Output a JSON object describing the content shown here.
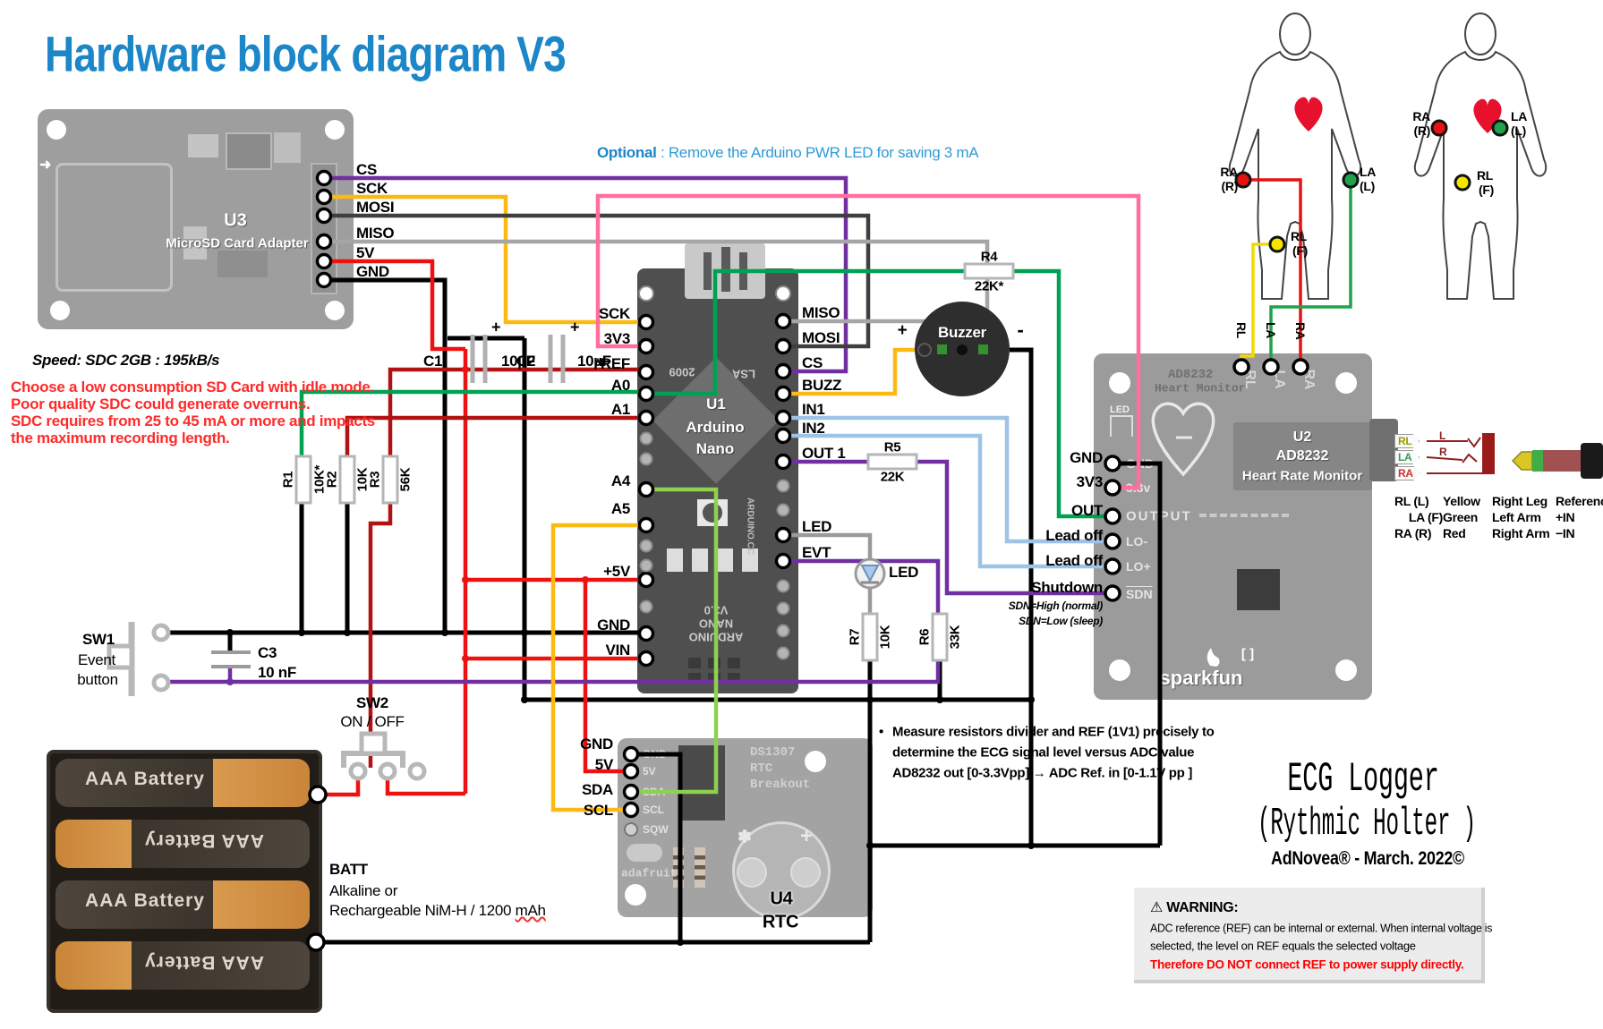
{
  "colors": {
    "title_blue": "#1b86c8",
    "red_note": "#ff2b2b",
    "wire_purple": "#7030a0",
    "wire_yellow": "#fdb913",
    "wire_darkgray": "#3f3f3f",
    "wire_gray": "#a6a6a6",
    "wire_red": "#ee1111",
    "wire_darkred": "#b01313",
    "wire_black": "#000000",
    "wire_pink": "#ff6e9e",
    "wire_green": "#00a152",
    "wire_lime": "#8fd14f",
    "wire_lightblue": "#9dc3e6",
    "board_gray": "#9e9e9e",
    "arduino_dark": "#4f4f4f",
    "warn_red": "#ff0000"
  },
  "title": "Hardware block diagram V3",
  "optional": {
    "bold": "Optional",
    "rest": " : Remove the  Arduino PWR LED for saving 3 mA"
  },
  "sd": {
    "ref": "U3",
    "name": "MicroSD Card Adapter",
    "pins": [
      "CS",
      "SCK",
      "MOSI",
      "MISO",
      "5V",
      "GND"
    ],
    "speed": "Speed:  SDC   2GB : 195kB/s",
    "warn": [
      "Choose a low consumption SD Card with idle mode.",
      "Poor quality SDC could generate overruns.",
      "SDC requires from 25 to 45 mA or more and impacts",
      "the maximum recording length."
    ]
  },
  "caps": {
    "c1": "C1",
    "c1v": "10µF",
    "c2": "C2",
    "c2v": "10µF",
    "plus": "+",
    "c3": "C3",
    "c3v": "10 nF"
  },
  "res": {
    "r1": "R1",
    "r1v": "10K*",
    "r2": "R2",
    "r2v": "10K",
    "r3": "R3",
    "r3v": "56K",
    "r4": "R4",
    "r4v": "22K*",
    "r5": "R5",
    "r5v": "22K",
    "r6": "R6",
    "r6v": "33K",
    "r7": "R7",
    "r7v": "10K"
  },
  "arduino": {
    "ref": "U1",
    "l1": "Arduino",
    "l2": "Nano",
    "left": [
      "SCK",
      "3V3",
      "*REF",
      "A0",
      "A1",
      "A4",
      "A5",
      "+5V",
      "GND",
      "VIN"
    ],
    "right": [
      "MISO",
      "MOSI",
      "CS",
      "BUZZ",
      "IN1",
      "IN2",
      "OUT 1",
      "LED",
      "EVT"
    ],
    "silk2009": "2009",
    "silkLSA": "LSA",
    "silkCC": "ARDUINO.CC",
    "silkB1": "ARDUINO",
    "silkB2": "NANO",
    "silkB3": "V3.0"
  },
  "buzzer": {
    "name": "Buzzer",
    "plus": "+",
    "minus": "-"
  },
  "led": "LED",
  "u2": {
    "ref": "U2",
    "chip": "AD8232",
    "name": "Heart Rate Monitor",
    "hdr1": "AD8232",
    "hdr2": "Heart Monitor",
    "led": "LED",
    "ext": [
      "GND",
      "3V3",
      "OUT",
      "Lead off",
      "Lead off",
      "Shutdown"
    ],
    "silk": [
      "GND",
      "3.3v",
      "OUTPUT",
      "LO-",
      "LO+",
      "SDN"
    ],
    "top": [
      "RL",
      "LA",
      "RA"
    ],
    "note1": "SDN=High (normal)",
    "note2": "SDN=Low (sleep)",
    "brand": "sparkfun",
    "brackets": "[      ]"
  },
  "jack": {
    "t1": "RL",
    "t2": "LA",
    "t3": "RA",
    "l": "L",
    "r": "R"
  },
  "legend": [
    [
      "RL (L)",
      "Yellow",
      "Right Leg",
      "Reference"
    ],
    [
      "LA (F)",
      "Green",
      "Left Arm",
      "+IN"
    ],
    [
      "RA (R)",
      "Red",
      "Right Arm",
      "−IN"
    ]
  ],
  "body": {
    "ra1": "RA",
    "ra2": "(R)",
    "la1": "LA",
    "la2": "(L)",
    "rl1": "RL",
    "rl2": "(F)"
  },
  "sw1": {
    "name": "SW1",
    "d1": "Event",
    "d2": "button"
  },
  "sw2": {
    "name": "SW2",
    "d1": "ON / OFF"
  },
  "batt": {
    "cell": "AAA Battery",
    "name": "BATT",
    "d1": "Alkaline or",
    "d2": "Rechargeable NiM-H / 1200 ",
    "d2u": "mAh"
  },
  "rtc": {
    "b1": "DS1307",
    "b2": "RTC",
    "b3": "Breakout",
    "brand": "adafruit!",
    "silk": [
      "GND",
      "5V",
      "SDA",
      "SCL",
      "SQW"
    ],
    "ext": [
      "GND",
      "5V",
      "SDA",
      "SCL"
    ],
    "ref": "U4",
    "name": "RTC"
  },
  "notes": {
    "bullet": "•",
    "m1": "Measure resistors divider and REF (1V1) precisely to",
    "m2": "determine the  ECG signal level versus ADC value",
    "m3": "AD8232 out [0-3.3Vpp]  →  ADC Ref. in [0-1.1V pp ]"
  },
  "footer": {
    "t1": "ECG Logger",
    "t2": "(Rythmic Holter )",
    "t3": "AdNovea® - March. 2022©"
  },
  "warning": {
    "icon": "⚠",
    "head": "WARNING:",
    "l1": "ADC reference (REF) can be  internal or external. When internal voltage is",
    "l2": "selected, the level on REF equals the selected voltage",
    "l3": "Therefore DO NOT connect REF to power supply directly."
  }
}
